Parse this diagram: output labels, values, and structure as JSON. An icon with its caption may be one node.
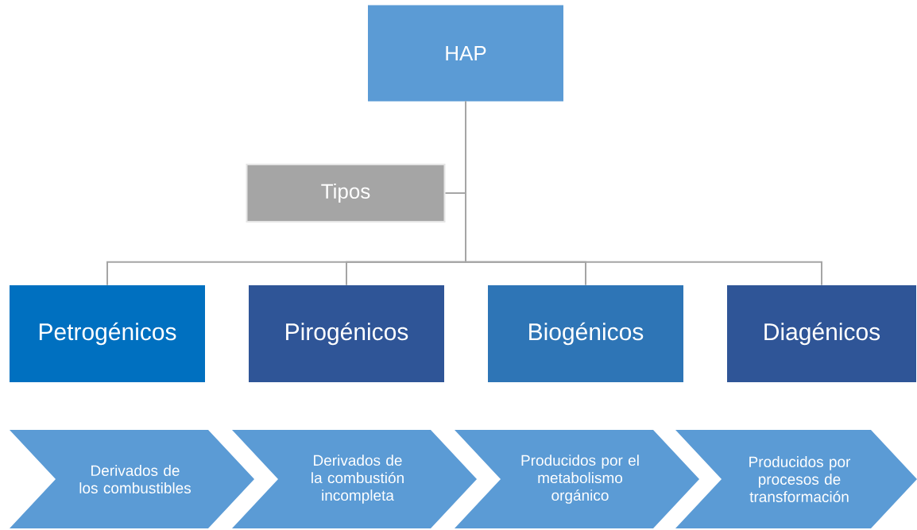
{
  "diagram": {
    "nodes": [
      {
        "text": [
          "HAP"
        ]
      },
      {
        "text": [
          "Tipos"
        ]
      },
      {
        "text": [
          "Petrogénicos"
        ]
      },
      {
        "text": [
          "Pirogénicos"
        ]
      },
      {
        "text": [
          "Biogénicos"
        ]
      },
      {
        "text": [
          "Diagénicos"
        ]
      },
      {
        "text": [
          "Derivados de los combustibles"
        ]
      },
      {
        "text": [
          "Derivados de la combustión incompleta"
        ]
      },
      {
        "text": [
          "Producidos por el metabolismo orgánico"
        ]
      },
      {
        "text": [
          "Producidos por procesos de transformación"
        ]
      }
    ],
    "edges": [
      {
        "from": 0,
        "to": 1,
        "arrow": "none"
      },
      {
        "from": 0,
        "to": 2,
        "arrow": "none"
      },
      {
        "from": 0,
        "to": 3,
        "arrow": "none"
      },
      {
        "from": 0,
        "to": 4,
        "arrow": "none"
      },
      {
        "from": 0,
        "to": 5,
        "arrow": "none"
      }
    ]
  }
}
